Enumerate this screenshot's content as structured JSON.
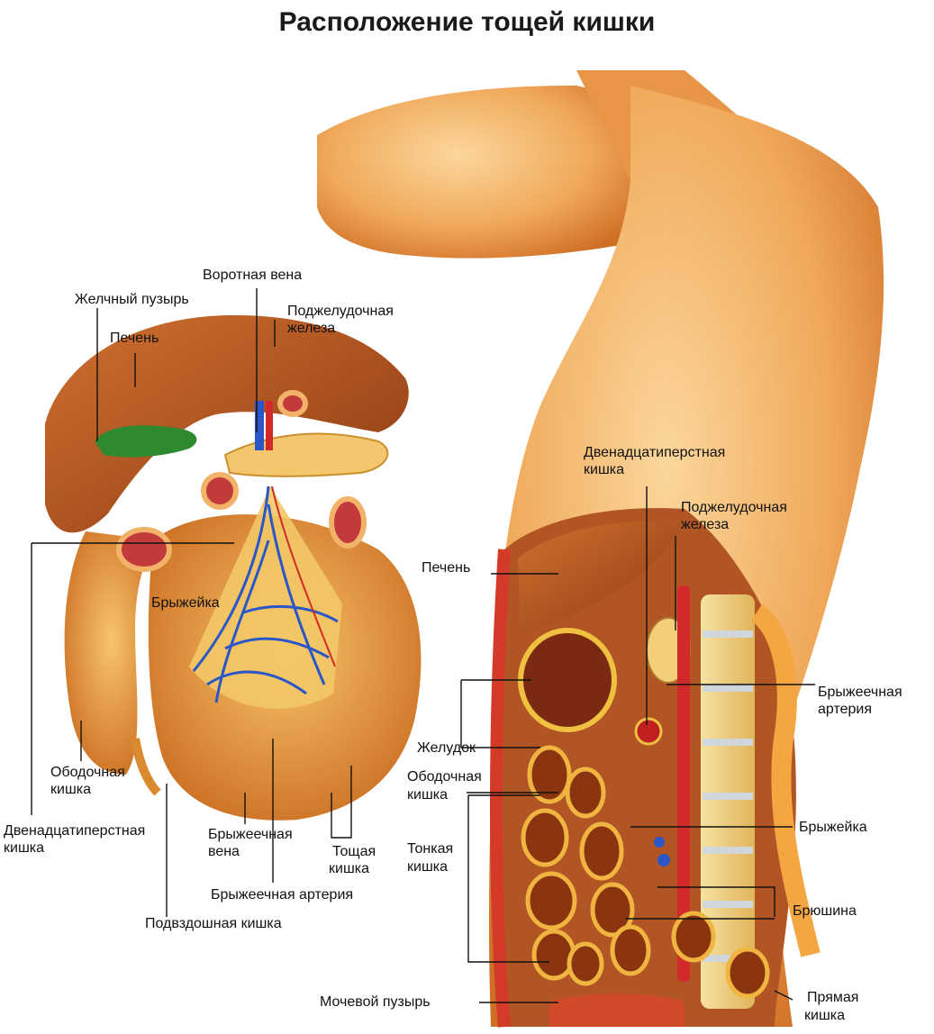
{
  "title": "Расположение тощей кишки",
  "colors": {
    "skin_light": "#f7c07a",
    "skin_dark": "#d77b2e",
    "intestine": "#e89a3c",
    "liver": "#b4501c",
    "vein_blue": "#2a56c8",
    "artery_red": "#d22a2a",
    "gallbladder_green": "#2f8a2f",
    "bone": "#f2d98c",
    "leader_line": "#111111"
  },
  "left_figure": {
    "labels": {
      "portal_vein": "Воротная вена",
      "gallbladder": "Желчный пузырь",
      "pancreas_l1": "Поджелудочная",
      "pancreas_l2": "железа",
      "liver": "Печень",
      "mesentery": "Брыжейка",
      "colon_l1": "Ободочная",
      "colon_l2": "кишка",
      "duodenum_l1": "Двенадцатиперстная",
      "duodenum_l2": "кишка",
      "mesenteric_vein_l1": "Брыжеечная",
      "mesenteric_vein_l2": "вена",
      "jejunum_l1": "Тощая",
      "jejunum_l2": "кишка",
      "mesenteric_artery": "Брыжеечная артерия",
      "ileum": "Подвздошная кишка"
    }
  },
  "right_figure": {
    "labels": {
      "duodenum_l1": "Двенадцатиперстная",
      "duodenum_l2": "кишка",
      "pancreas_l1": "Поджелудочная",
      "pancreas_l2": "железа",
      "liver": "Печень",
      "mesenteric_artery_l1": "Брыжеечная",
      "mesenteric_artery_l2": "артерия",
      "stomach": "Желудок",
      "colon_l1": "Ободочная",
      "colon_l2": "кишка",
      "mesentery": "Брыжейка",
      "small_intestine_l1": "Тонкая",
      "small_intestine_l2": "кишка",
      "peritoneum": "Брюшина",
      "bladder": "Мочевой пузырь",
      "rectum_l1": "Прямая",
      "rectum_l2": "кишка"
    }
  }
}
